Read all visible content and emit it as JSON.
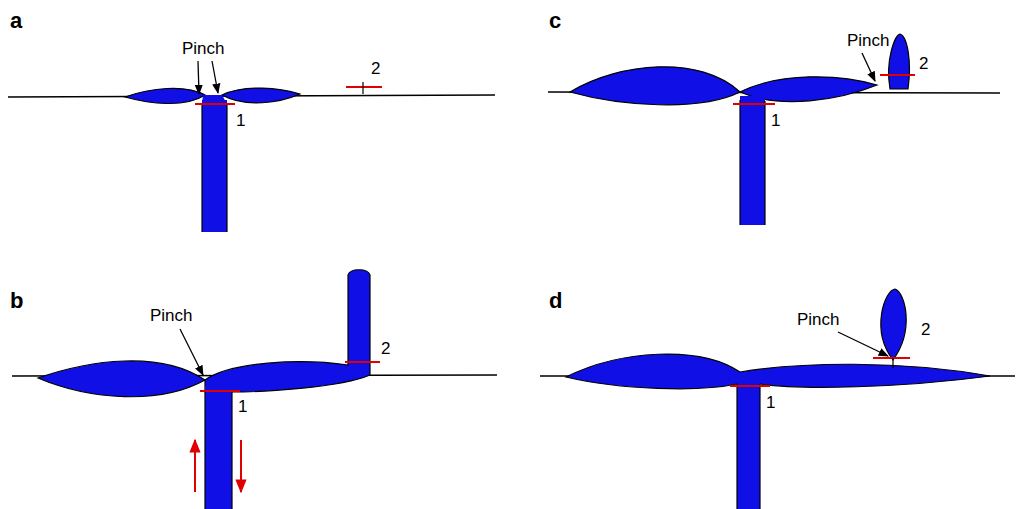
{
  "diagram": {
    "labels": [
      "a",
      "Pinch",
      "1",
      "2",
      "c",
      "Pinch",
      "2",
      "1",
      "b",
      "Pinch",
      "2",
      "1",
      "d",
      "Pinch",
      "2",
      "1"
    ]
  }
}
